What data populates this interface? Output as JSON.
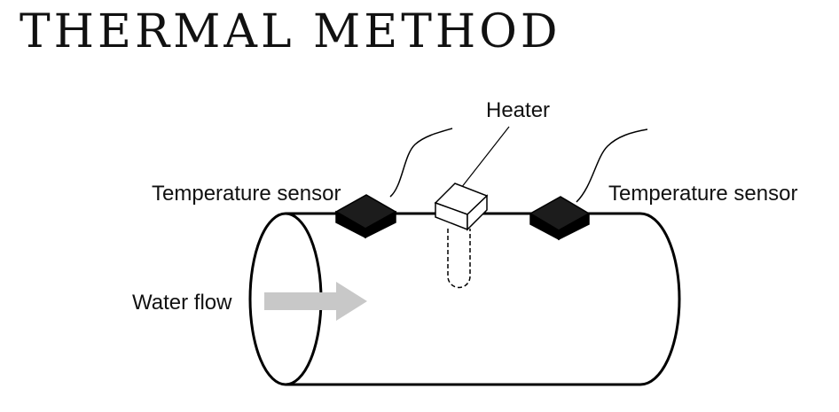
{
  "title": "THERMAL METHOD",
  "labels": {
    "heater": "Heater",
    "sensor_left": "Temperature sensor",
    "sensor_right": "Temperature sensor",
    "water_flow": "Water flow"
  },
  "colors": {
    "line": "#000000",
    "sensor_top": "#1c1c1c",
    "sensor_side": "#000000",
    "heater_fill": "#ffffff",
    "flow_arrow": "#c8c8c8"
  }
}
